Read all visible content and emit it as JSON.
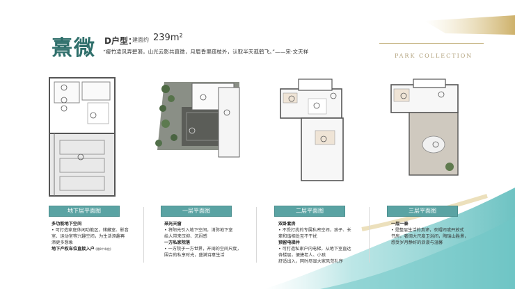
{
  "header": {
    "title": "熹微",
    "unit_type": "D户型：",
    "area_label": "建面约",
    "area_value": "239m²",
    "quote": "“瘦竹凌风弄碧漪，山光云影共真微，月眉昏里疏枝外，认取半天孤鹤飞。”——宋·文天祥",
    "brand": "PARK COLLECTION"
  },
  "floors": [
    {
      "label": "地下层平面图",
      "lines": [
        {
          "text": "多功能地下空间",
          "bold": true
        },
        {
          "text": "• 可打造家庭休闲功能区，储藏室、影音",
          "bold": false
        },
        {
          "text": "室、运动室等兴趣空间，为生活添趣再",
          "bold": false
        },
        {
          "text": "添更多想象",
          "bold": false
        },
        {
          "text": "地下产权车位直接入户",
          "bold": true,
          "note": "(限8个车位)"
        }
      ]
    },
    {
      "label": "一层平面图",
      "lines": [
        {
          "text": "采光天窗",
          "bold": true
        },
        {
          "text": "• 将阳光引入地下空间，消弥地下室",
          "bold": false
        },
        {
          "text": "给人带来压抑、沉闷感",
          "bold": false
        },
        {
          "text": "一方私家院落",
          "bold": true
        },
        {
          "text": "• 一方院子一方世界，开阔的空间尺度，",
          "bold": false
        },
        {
          "text": "围合的私享时光，盛满诗意生活",
          "bold": false
        }
      ]
    },
    {
      "label": "二层平面图",
      "lines": [
        {
          "text": "双卧套房",
          "bold": true
        },
        {
          "text": "• 不受打扰的专属私密空间，孩子、长",
          "bold": false
        },
        {
          "text": "辈和谐相处互不干扰",
          "bold": false
        },
        {
          "text": "预留电梯井",
          "bold": true
        },
        {
          "text": "• 可打造私家户内电梯，从地下室直达",
          "bold": false
        },
        {
          "text": "各楼层，便捷老人、小孩",
          "bold": false
        },
        {
          "text": "舒适出入，同时尽显大家风范礼序",
          "bold": false
        }
      ]
    },
    {
      "label": "三层平面图",
      "lines": [
        {
          "text": "一层一泰",
          "bold": true
        },
        {
          "text": "• 是整层生活的真谛，衣帽间或开放式",
          "bold": false
        },
        {
          "text": "书房，奢阔大尺度卫浴间，陶瑞山胜景，",
          "bold": false
        },
        {
          "text": "感受岁月静好的浪漫与温馨",
          "bold": false
        }
      ]
    }
  ],
  "colors": {
    "accent": "#2f6f6b",
    "label_bg": "#5aa3a3",
    "gold": "#c9b98a",
    "wave": "#8fd0d0"
  }
}
